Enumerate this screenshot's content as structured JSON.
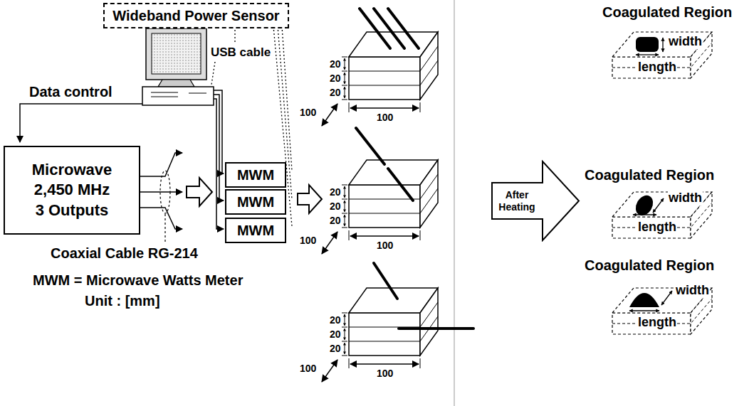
{
  "diagram": {
    "nodes": [
      {
        "text": [
          "Wideband Power Sensor"
        ]
      },
      {
        "text": [
          "Microwave 2,450 MHz 3 Outputs"
        ]
      },
      {
        "text": [
          "MWM"
        ]
      },
      {
        "text": [
          "MWM"
        ]
      },
      {
        "text": [
          "MWM"
        ]
      },
      {
        "text": [
          "After Heating"
        ]
      }
    ],
    "labels": [
      "Data control",
      "USB cable",
      "Coaxial Cable RG-214",
      "MWM = Microwave Watts Meter",
      "Unit : [mm]",
      "20",
      "20",
      "20",
      "100",
      "100",
      "20",
      "20",
      "20",
      "100",
      "100",
      "20",
      "20",
      "20",
      "100",
      "100",
      "Coagulated Region",
      "width",
      "length",
      "Coagulated Region",
      "width",
      "length",
      "Coagulated Region",
      "width",
      "length"
    ]
  }
}
